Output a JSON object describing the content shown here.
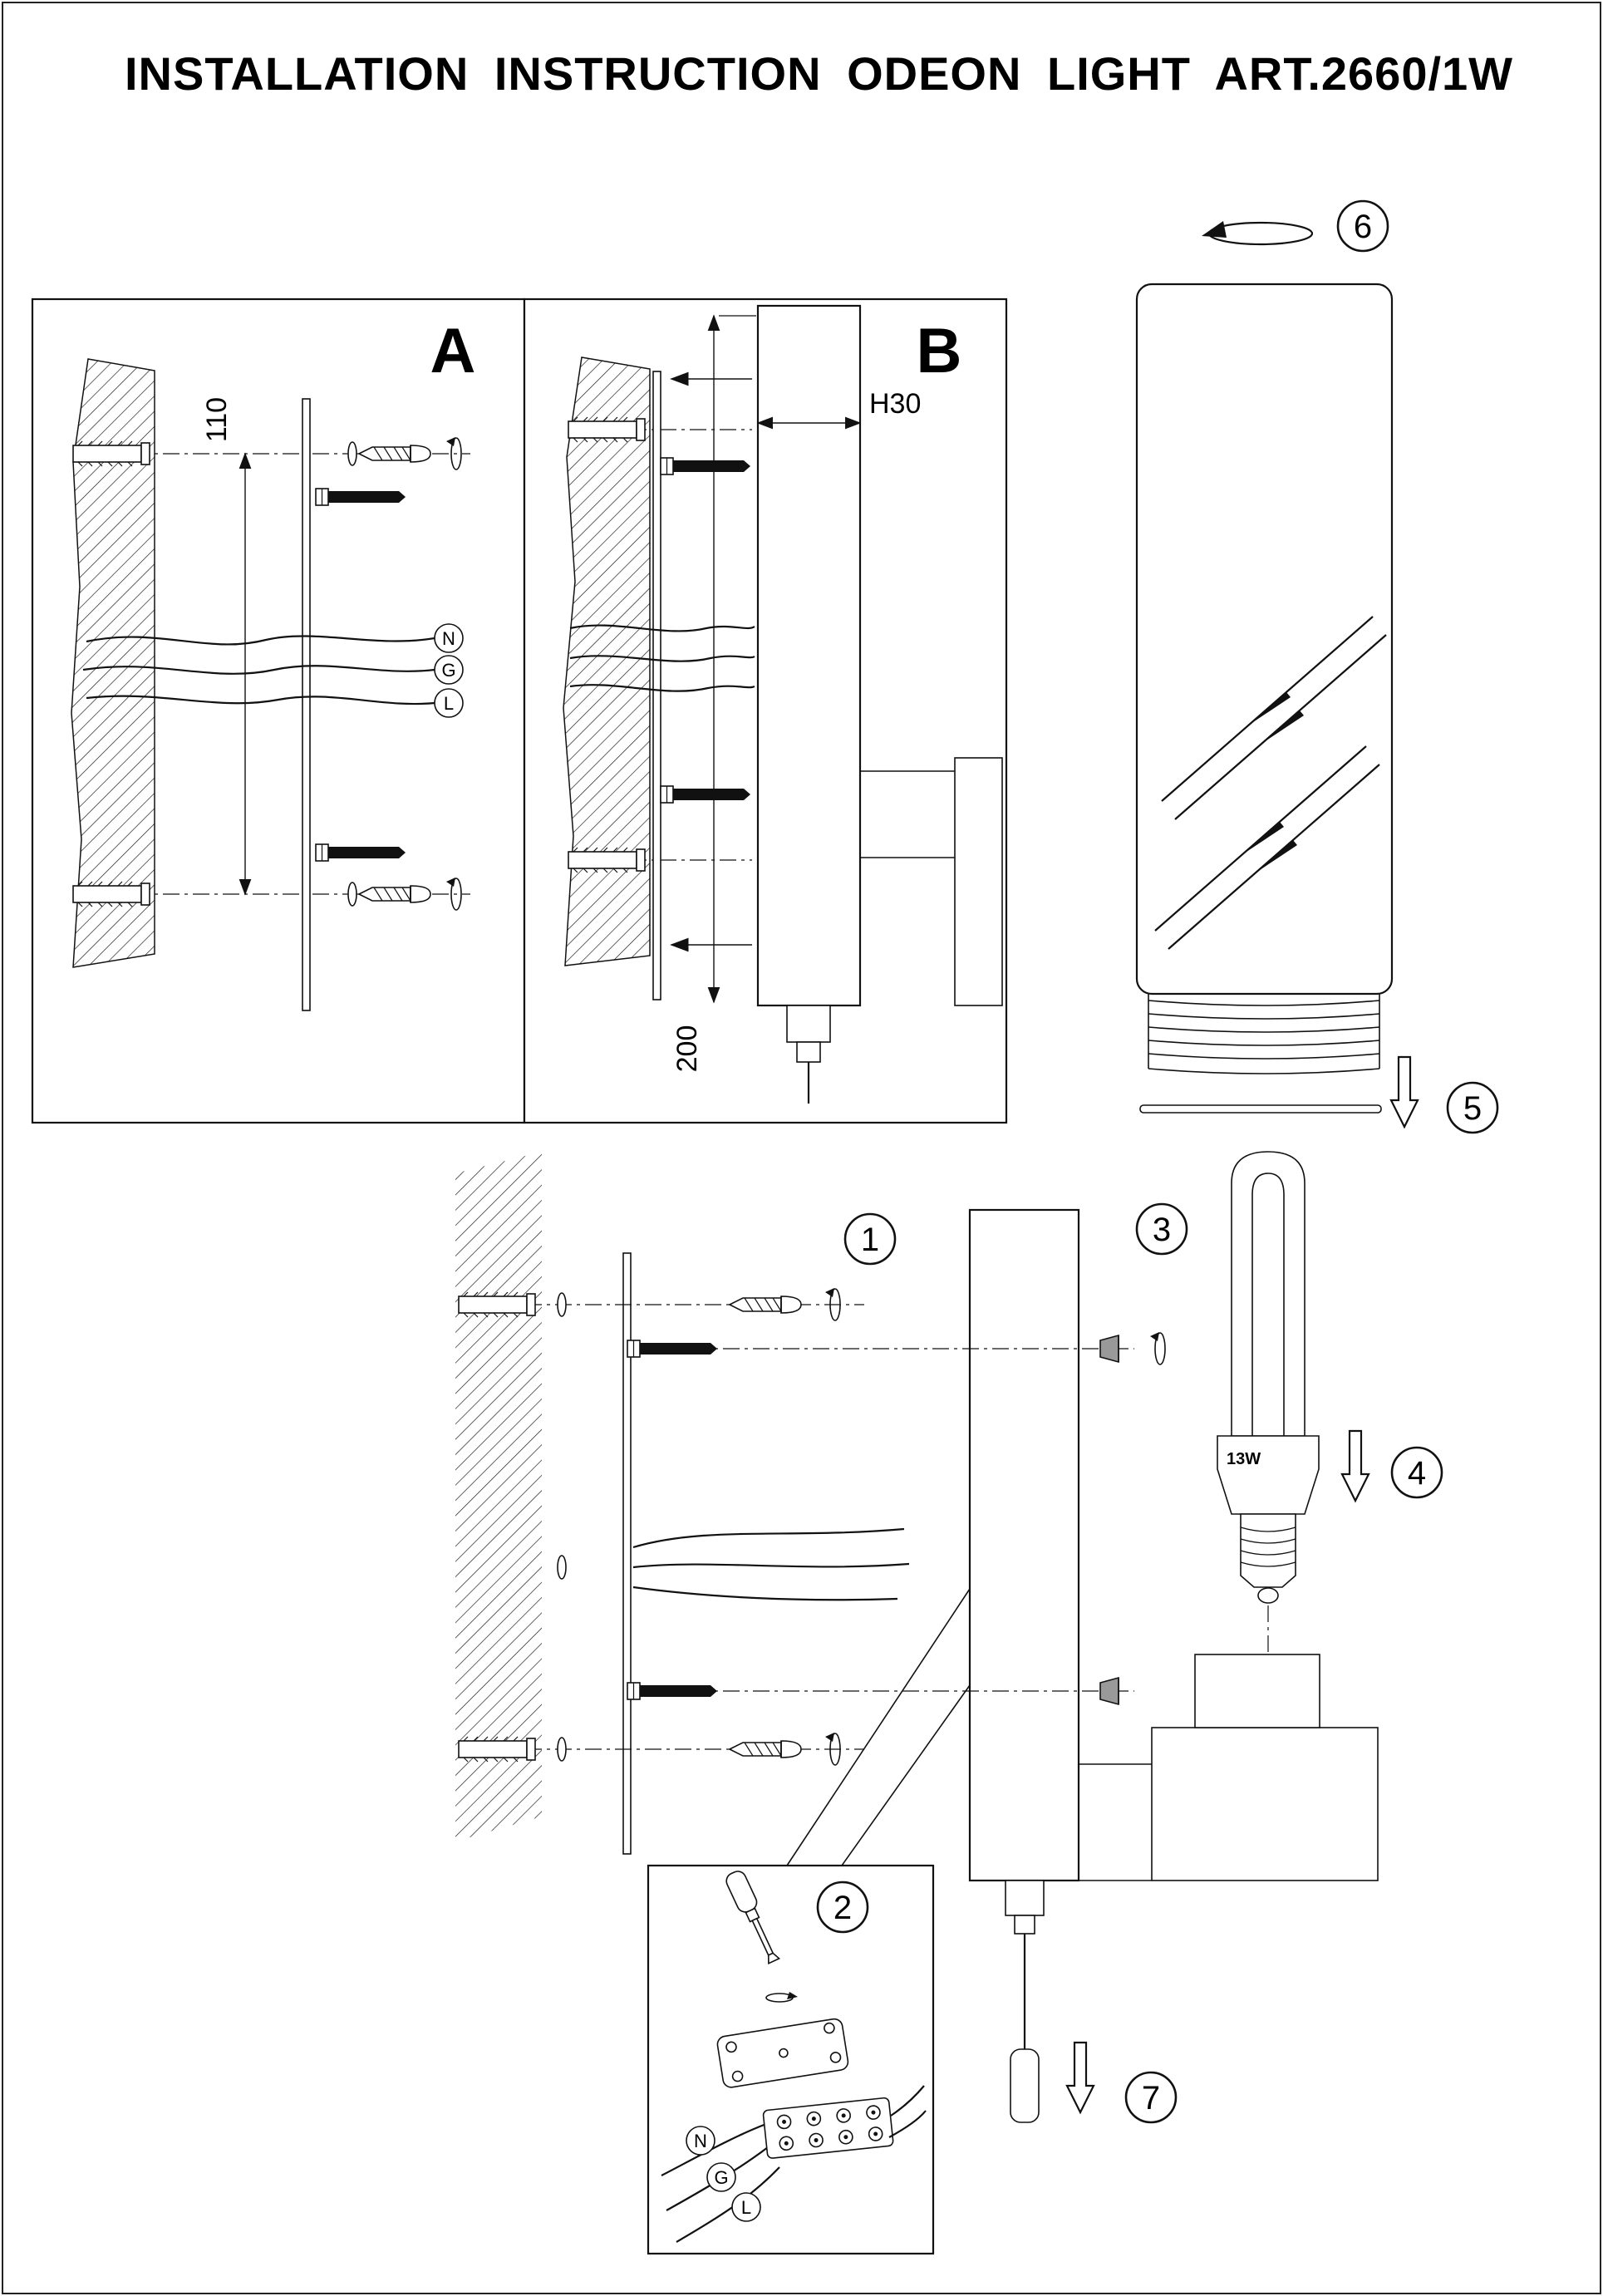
{
  "title": "INSTALLATION INSTRUCTION ODEON LIGHT ART.2660/1W",
  "panels": {
    "a": {
      "label": "A",
      "dim": "110"
    },
    "b": {
      "label": "B",
      "dim_width": "H30",
      "dim_height": "200"
    }
  },
  "wire_labels": {
    "n": "N",
    "g": "G",
    "l": "L"
  },
  "steps": {
    "s1": "1",
    "s2": "2",
    "s3": "3",
    "s4": "4",
    "s5": "5",
    "s6": "6",
    "s7": "7"
  },
  "bulb_label": "13W"
}
